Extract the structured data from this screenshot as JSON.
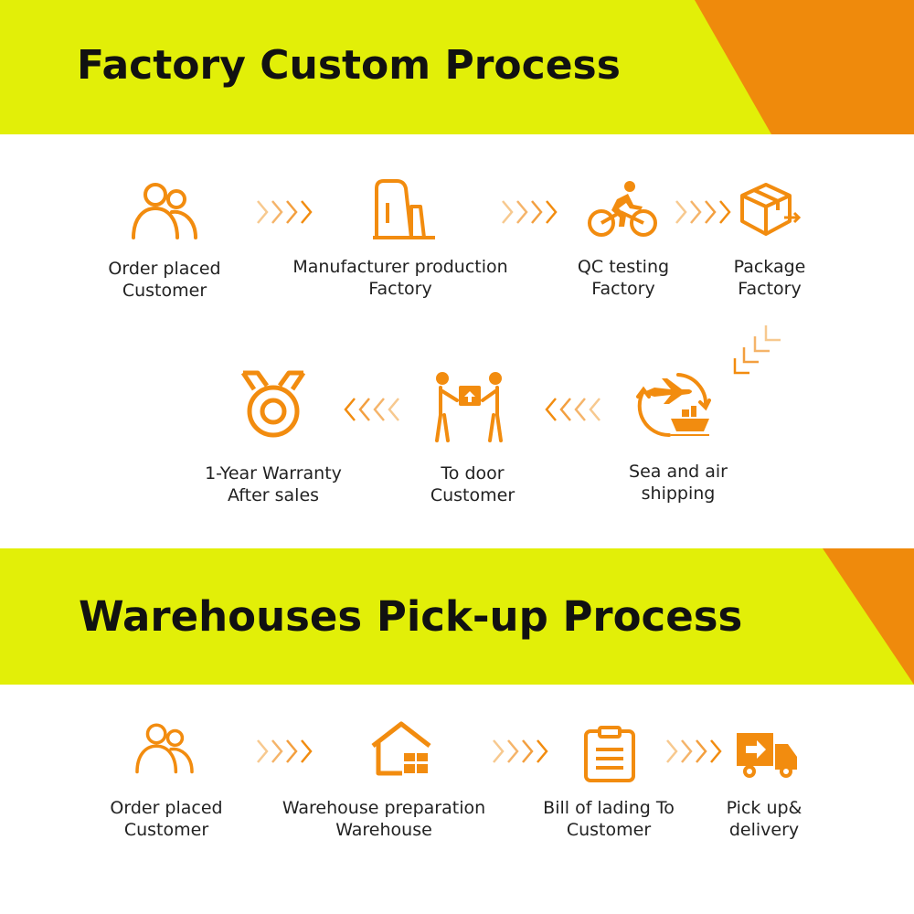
{
  "colors": {
    "accent": "#f28c0f",
    "banner": "#e2ef08",
    "corner": "#ef8a0c"
  },
  "factory_process": {
    "title": "Factory Custom Process",
    "steps": [
      {
        "icon": "people-icon",
        "line1": "Order placed",
        "line2": "Customer"
      },
      {
        "icon": "factory-building-icon",
        "line1": "Manufacturer production",
        "line2": "Factory"
      },
      {
        "icon": "cyclist-icon",
        "line1": "QC testing",
        "line2": "Factory"
      },
      {
        "icon": "box-package-icon",
        "line1": "Package",
        "line2": "Factory"
      },
      {
        "icon": "plane-ship-shipping-icon",
        "line1": "Sea and air",
        "line2": "shipping"
      },
      {
        "icon": "delivery-handover-icon",
        "line1": "To door",
        "line2": "Customer"
      },
      {
        "icon": "medal-warranty-icon",
        "line1": "1-Year Warranty",
        "line2": "After sales"
      }
    ]
  },
  "warehouse_process": {
    "title": "Warehouses Pick-up Process",
    "steps": [
      {
        "icon": "people-icon",
        "line1": "Order placed",
        "line2": "Customer"
      },
      {
        "icon": "warehouse-icon",
        "line1": "Warehouse preparation",
        "line2": "Warehouse"
      },
      {
        "icon": "clipboard-icon",
        "line1": "Bill of lading To",
        "line2": "Customer"
      },
      {
        "icon": "delivery-truck-icon",
        "line1": "Pick up&",
        "line2": "delivery"
      }
    ]
  }
}
